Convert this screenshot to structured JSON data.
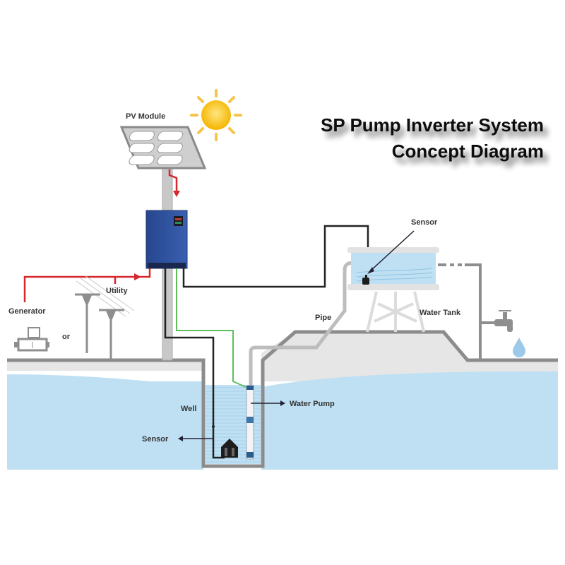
{
  "title": {
    "line1": "SP Pump Inverter System",
    "line2": "Concept Diagram"
  },
  "labels": {
    "pv_module": "PV Module",
    "utility": "Utility",
    "generator": "Generator",
    "or": "or",
    "pipe": "Pipe",
    "water_tank": "Water Tank",
    "tank_sensor": "Sensor",
    "well": "Well",
    "well_sensor": "Sensor",
    "water_pump": "Water Pump"
  },
  "colors": {
    "power_line": "#d7282f",
    "signal_line": "#222222",
    "pump_cable": "#5cbf5c",
    "inverter": "#2e4f9a",
    "water": "#bfe0f3",
    "ground": "#e8e8e8",
    "structure": "#8c8c8c",
    "sun": "#f8c21a"
  }
}
